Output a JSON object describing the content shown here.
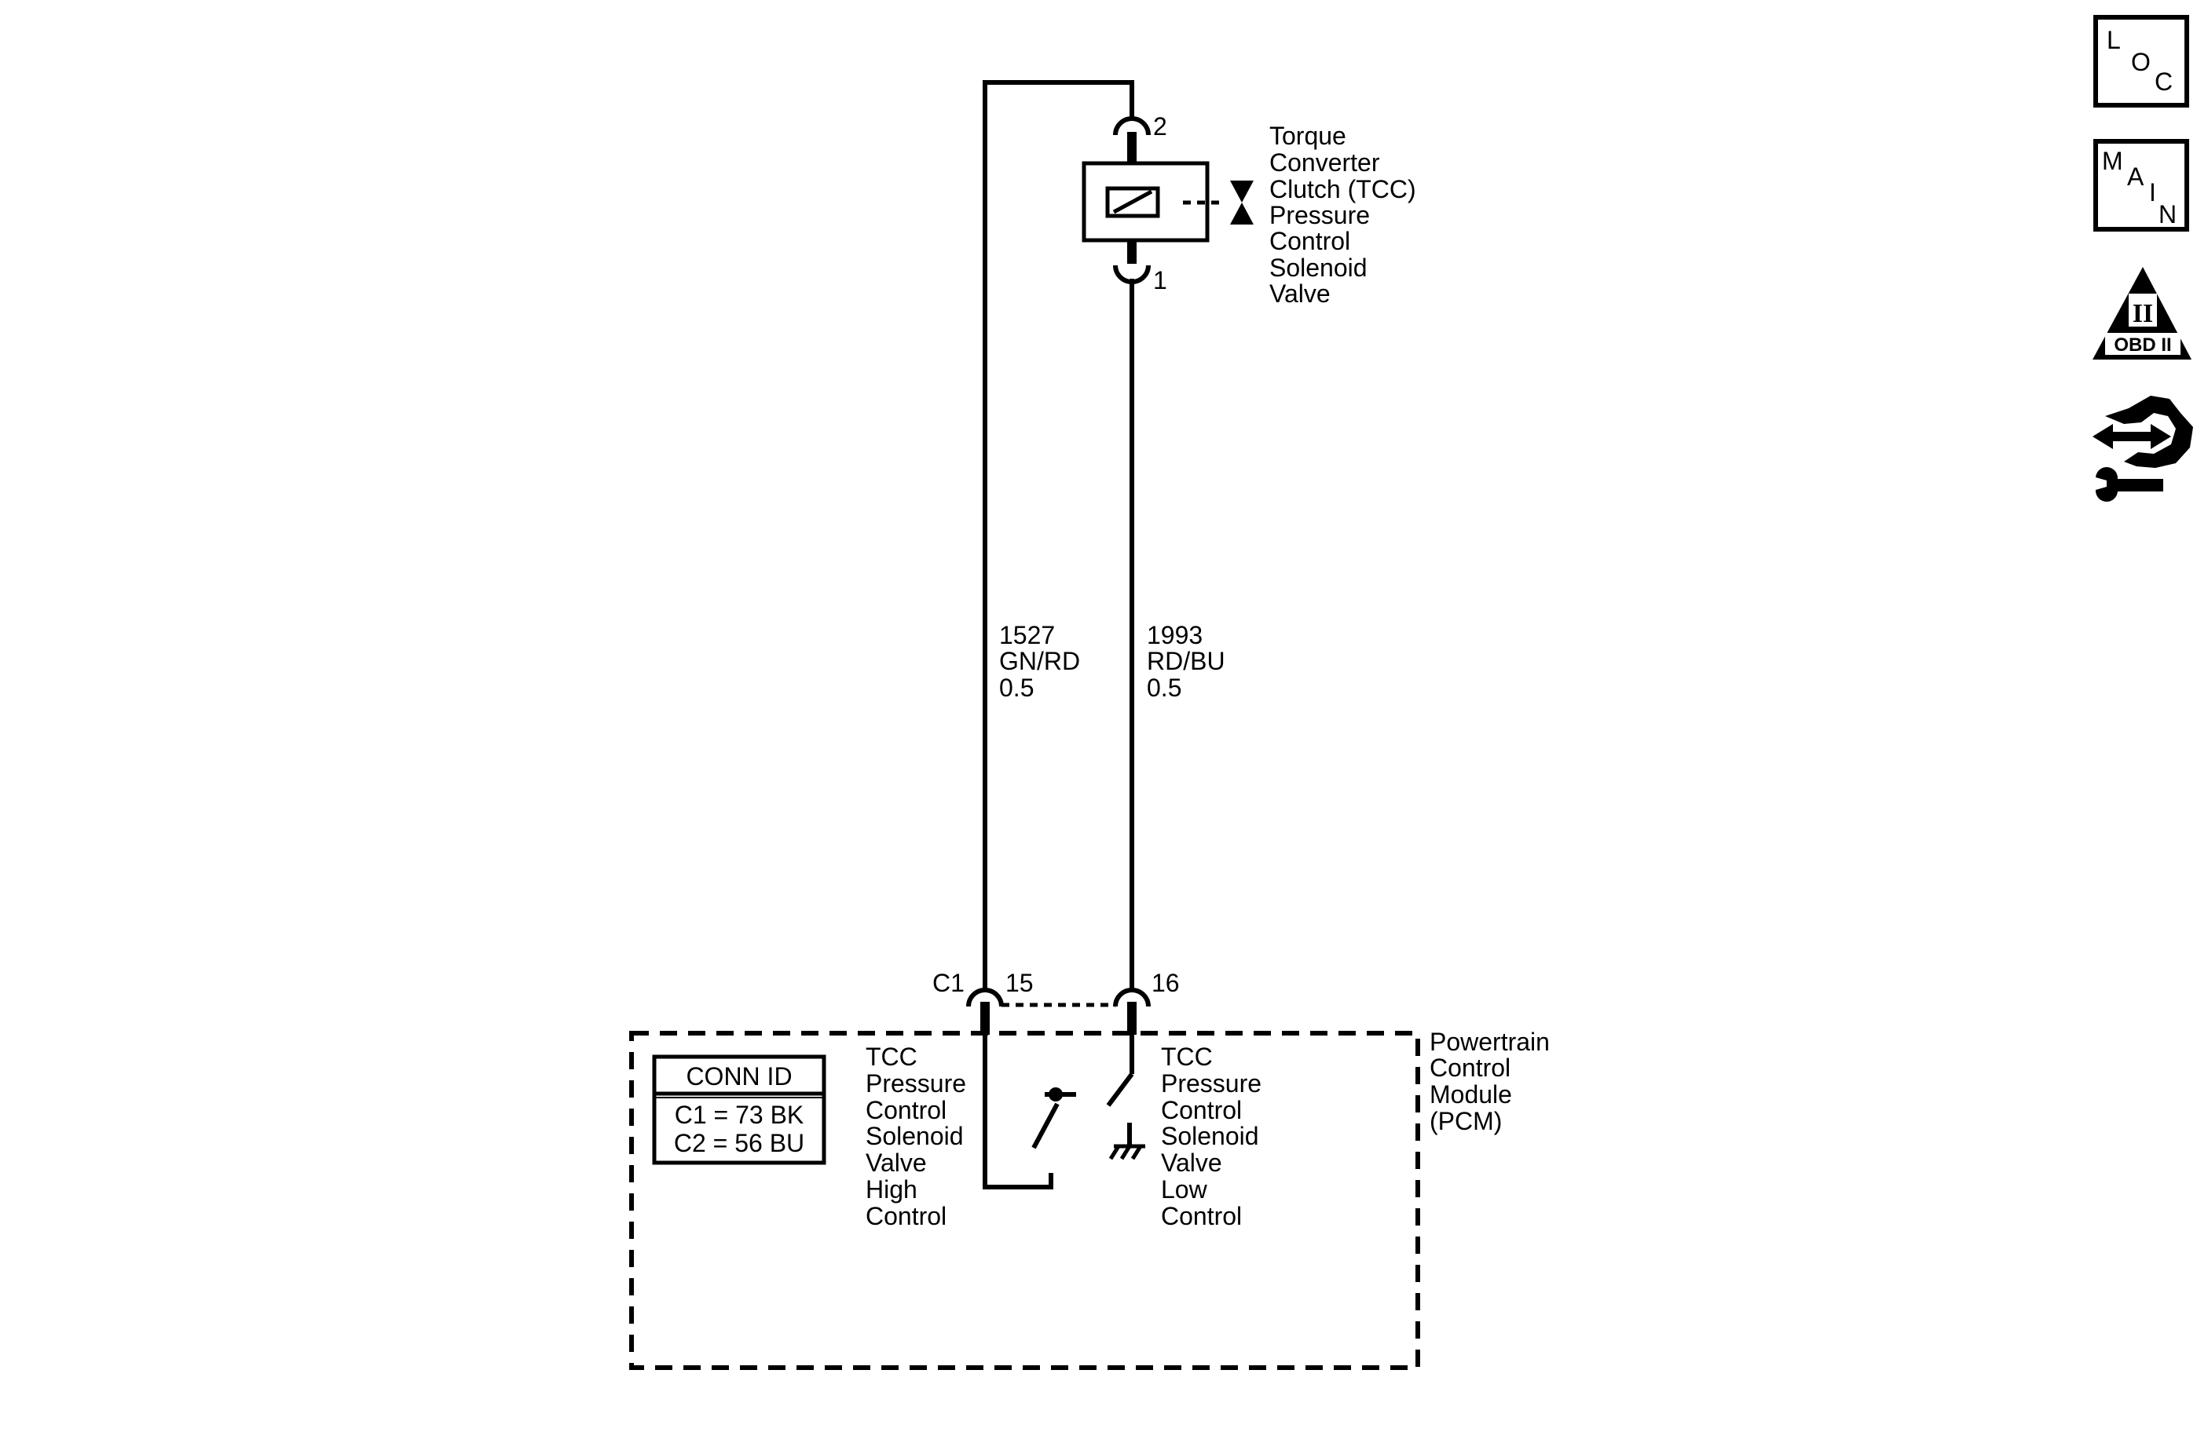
{
  "solenoid": {
    "title_lines": [
      "Torque",
      "Converter",
      "Clutch (TCC)",
      "Pressure",
      "Control",
      "Solenoid",
      "Valve"
    ],
    "pin_top": "2",
    "pin_bottom": "1"
  },
  "wires": [
    {
      "circuit": "1527",
      "color": "GN/RD",
      "gauge": "0.5"
    },
    {
      "circuit": "1993",
      "color": "RD/BU",
      "gauge": "0.5"
    }
  ],
  "pcm_connector": {
    "connector": "C1",
    "pin_left": "15",
    "pin_right": "16"
  },
  "pcm": {
    "title_lines": [
      "Powertrain",
      "Control",
      "Module",
      "(PCM)"
    ],
    "high_control_lines": [
      "TCC",
      "Pressure",
      "Control",
      "Solenoid",
      "Valve",
      "High",
      "Control"
    ],
    "low_control_lines": [
      "TCC",
      "Pressure",
      "Control",
      "Solenoid",
      "Valve",
      "Low",
      "Control"
    ]
  },
  "conn_id": {
    "header": "CONN ID",
    "rows": [
      "C1 = 73 BK",
      "C2 = 56 BU"
    ]
  },
  "nav": {
    "loc": [
      "L",
      "O",
      "C"
    ],
    "main": [
      "M",
      "A",
      "I",
      "N"
    ],
    "obd": {
      "numeral": "II",
      "label": "OBD II"
    }
  }
}
